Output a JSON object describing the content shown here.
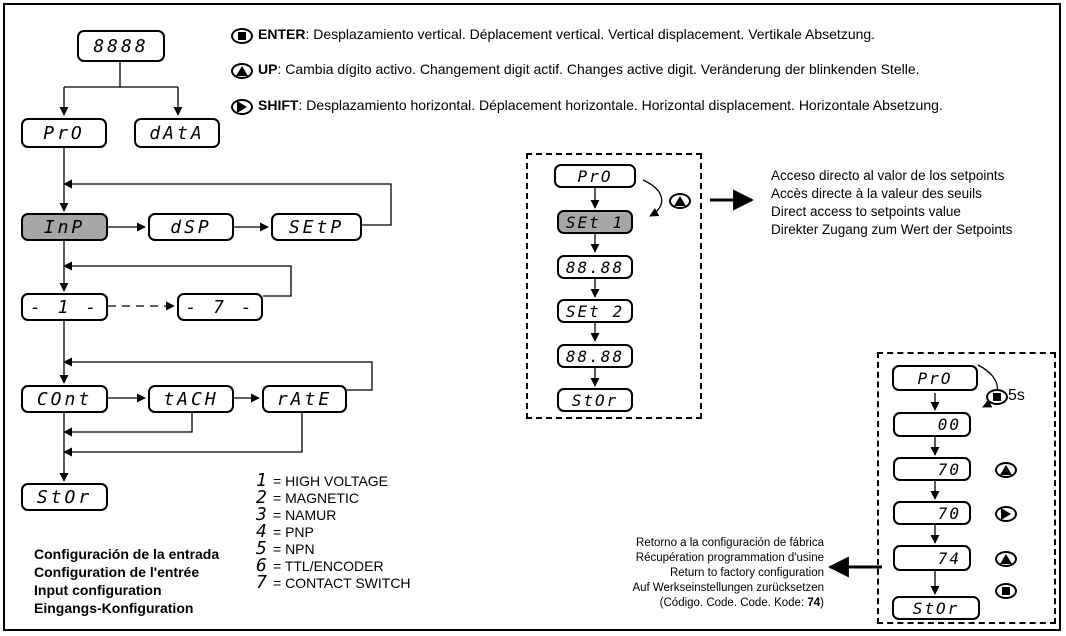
{
  "legend": {
    "enter": {
      "key": "ENTER",
      "text": ": Desplazamiento vertical. Déplacement vertical. Vertical displacement. Vertikale Absetzung."
    },
    "up": {
      "key": "UP",
      "text": ": Cambia dígito activo. Changement digit actif. Changes active digit. Veränderung der blinkenden Stelle."
    },
    "shift": {
      "key": "SHIFT",
      "text": ": Desplazamiento horizontal. Déplacement horizontale. Horizontal displacement. Horizontale Absetzung."
    }
  },
  "icons": {
    "enter": "square-button-icon",
    "up": "triangle-up-button-icon",
    "shift": "triangle-right-button-icon"
  },
  "colors": {
    "active_box": "#a6a6a6"
  },
  "displays": {
    "top": "8888",
    "pro": "PrO",
    "data": "dAtA",
    "inp": "InP",
    "dsp": "dSP",
    "setp": "SEtP",
    "ch1": "- 1 -",
    "ch7": "- 7 -",
    "cont": "COnt",
    "tach": "tACH",
    "rate": "rAtE",
    "stor": "StOr"
  },
  "setpoints_panel": {
    "pro": "PrO",
    "set1": "SEt 1",
    "val1": "88.88",
    "set2": "SEt 2",
    "val2": "88.88",
    "stor": "StOr",
    "desc": [
      "Acceso directo al valor de los setpoints",
      "Accès directe à la valeur des seuils",
      "Direct access to setpoints value",
      "Direkter Zugang zum Wert der Setpoints"
    ]
  },
  "factory_panel": {
    "pro": "PrO",
    "hold": "5s",
    "v0": "00",
    "v1": "70",
    "v2": "70",
    "v3": "74",
    "stor": "StOr",
    "desc": [
      "Retorno a la configuración de fábrica",
      "Récupération programmation d'usine",
      "Return to factory configuration",
      "Auf Werkseinstellungen zurücksetzen"
    ],
    "code_prefix": "(Código. Code. Code. Kode: ",
    "code_value": "74",
    "code_suffix": ")"
  },
  "input_types": [
    {
      "digit": "1",
      "label": "= HIGH VOLTAGE"
    },
    {
      "digit": "2",
      "label": "= MAGNETIC"
    },
    {
      "digit": "3",
      "label": "= NAMUR"
    },
    {
      "digit": "4",
      "label": "= PNP"
    },
    {
      "digit": "5",
      "label": "= NPN"
    },
    {
      "digit": "6",
      "label": "= TTL/ENCODER"
    },
    {
      "digit": "7",
      "label": "= CONTACT SWITCH"
    }
  ],
  "caption": [
    "Configuración de la entrada",
    "Configuration de l'entrée",
    "Input configuration",
    "Eingangs-Konfiguration"
  ]
}
